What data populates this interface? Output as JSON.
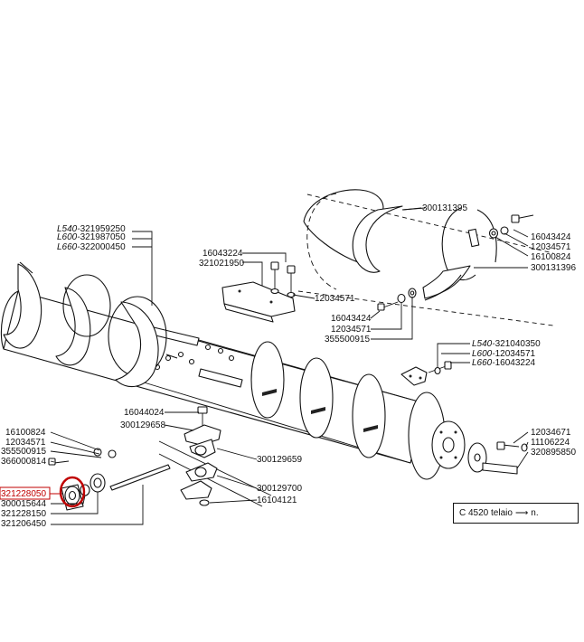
{
  "labels": {
    "L540_321959250": {
      "prefix": "L540-",
      "code": "321959250"
    },
    "L600_321987050": {
      "prefix": "L600-",
      "code": "321987050"
    },
    "L660_322000450": {
      "prefix": "L660-",
      "code": "322000450"
    },
    "p300131395": {
      "code": "300131395"
    },
    "p16043424a": {
      "code": "16043424"
    },
    "p12034571a": {
      "code": "12034571"
    },
    "p16100824a": {
      "code": "16100824"
    },
    "p300131396": {
      "code": "300131396"
    },
    "p16043224": {
      "code": "16043224"
    },
    "p321021950": {
      "code": "321021950"
    },
    "p12034571b": {
      "code": "12034571"
    },
    "p16043424b": {
      "code": "16043424"
    },
    "p12034571c": {
      "code": "12034571"
    },
    "p355500915a": {
      "code": "355500915"
    },
    "L540_321040350": {
      "prefix": "L540-",
      "code": "321040350"
    },
    "L600_12034571": {
      "prefix": "L600-",
      "code": "12034571"
    },
    "L660_16043224": {
      "prefix": "L660-",
      "code": "16043224"
    },
    "p16044024": {
      "code": "16044024"
    },
    "p300129658": {
      "code": "300129658"
    },
    "p16100824b": {
      "code": "16100824"
    },
    "p12034571d": {
      "code": "12034571"
    },
    "p355500915b": {
      "code": "355500915"
    },
    "p366000814": {
      "code": "366000814"
    },
    "p300129659": {
      "code": "300129659"
    },
    "p321228050": {
      "code": "321228050"
    },
    "p300015644": {
      "code": "300015644"
    },
    "p321228150": {
      "code": "321228150"
    },
    "p321206450": {
      "code": "321206450"
    },
    "p300129700": {
      "code": "300129700"
    },
    "p16104121": {
      "code": "16104121"
    },
    "p12034671": {
      "code": "12034671"
    },
    "p11106224": {
      "code": "11106224"
    },
    "p320895850": {
      "code": "320895850"
    }
  },
  "note": {
    "text_before": "C 4520 telaio",
    "arrow": "⟶",
    "text_after": "n."
  },
  "highlight": {
    "part": "321228050",
    "color": "#c00000"
  }
}
